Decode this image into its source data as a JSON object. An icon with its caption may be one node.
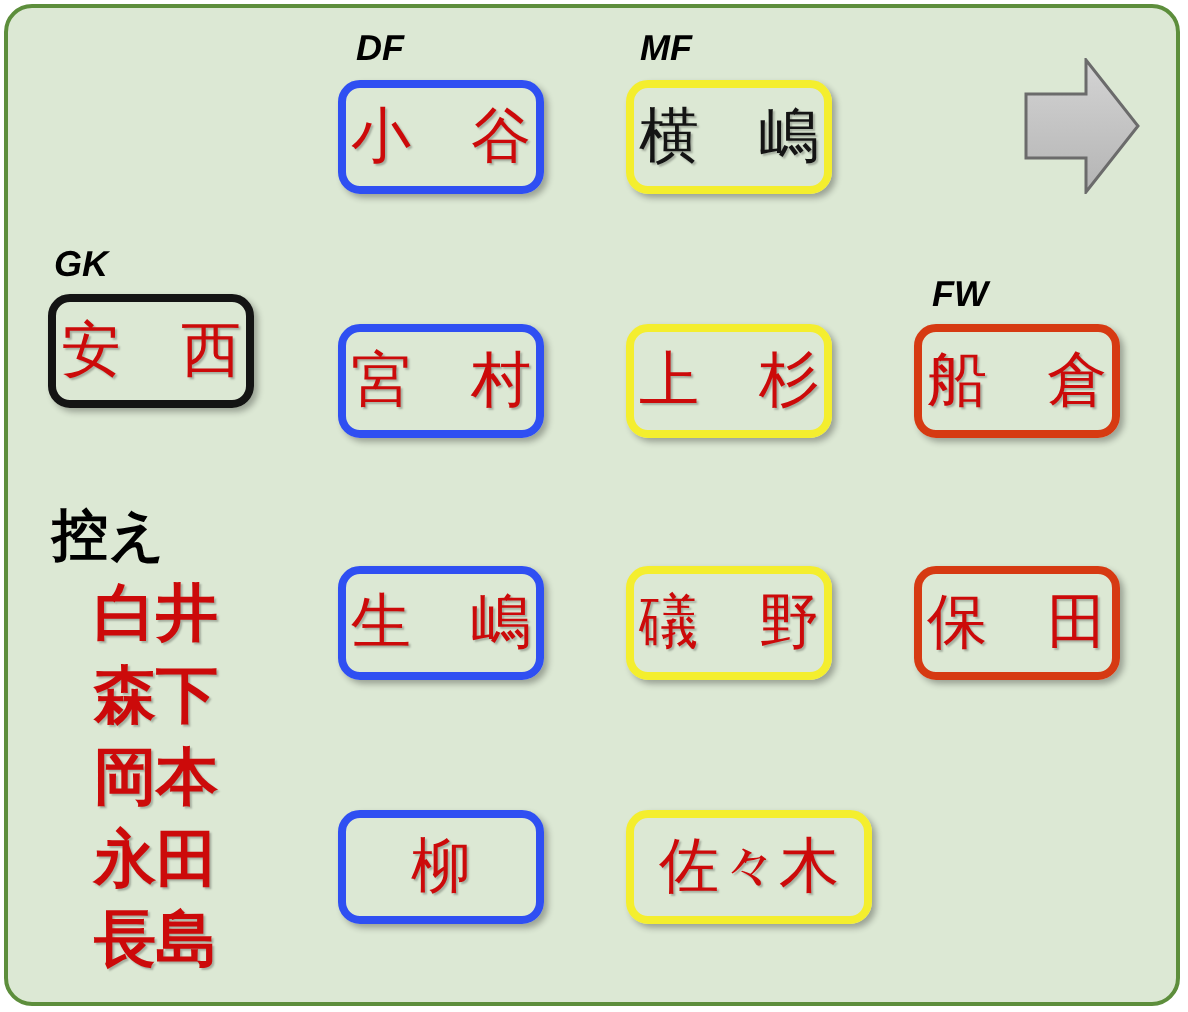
{
  "diagram": {
    "nodes": [
      {
        "text": [
          "小　谷"
        ]
      },
      {
        "text": [
          "横　嶋"
        ]
      },
      {
        "text": [
          "安　西"
        ]
      },
      {
        "text": [
          "宮　村"
        ]
      },
      {
        "text": [
          "上　杉"
        ]
      },
      {
        "text": [
          "船　倉"
        ]
      },
      {
        "text": [
          "生　嶋"
        ]
      },
      {
        "text": [
          "礒　野"
        ]
      },
      {
        "text": [
          "保　田"
        ]
      },
      {
        "text": [
          "柳"
        ]
      },
      {
        "text": [
          "佐々木"
        ]
      }
    ],
    "labels": [
      "DF",
      "MF",
      "GK",
      "FW",
      "控え",
      "白井",
      "森下",
      "岡本",
      "永田",
      "長島"
    ]
  }
}
